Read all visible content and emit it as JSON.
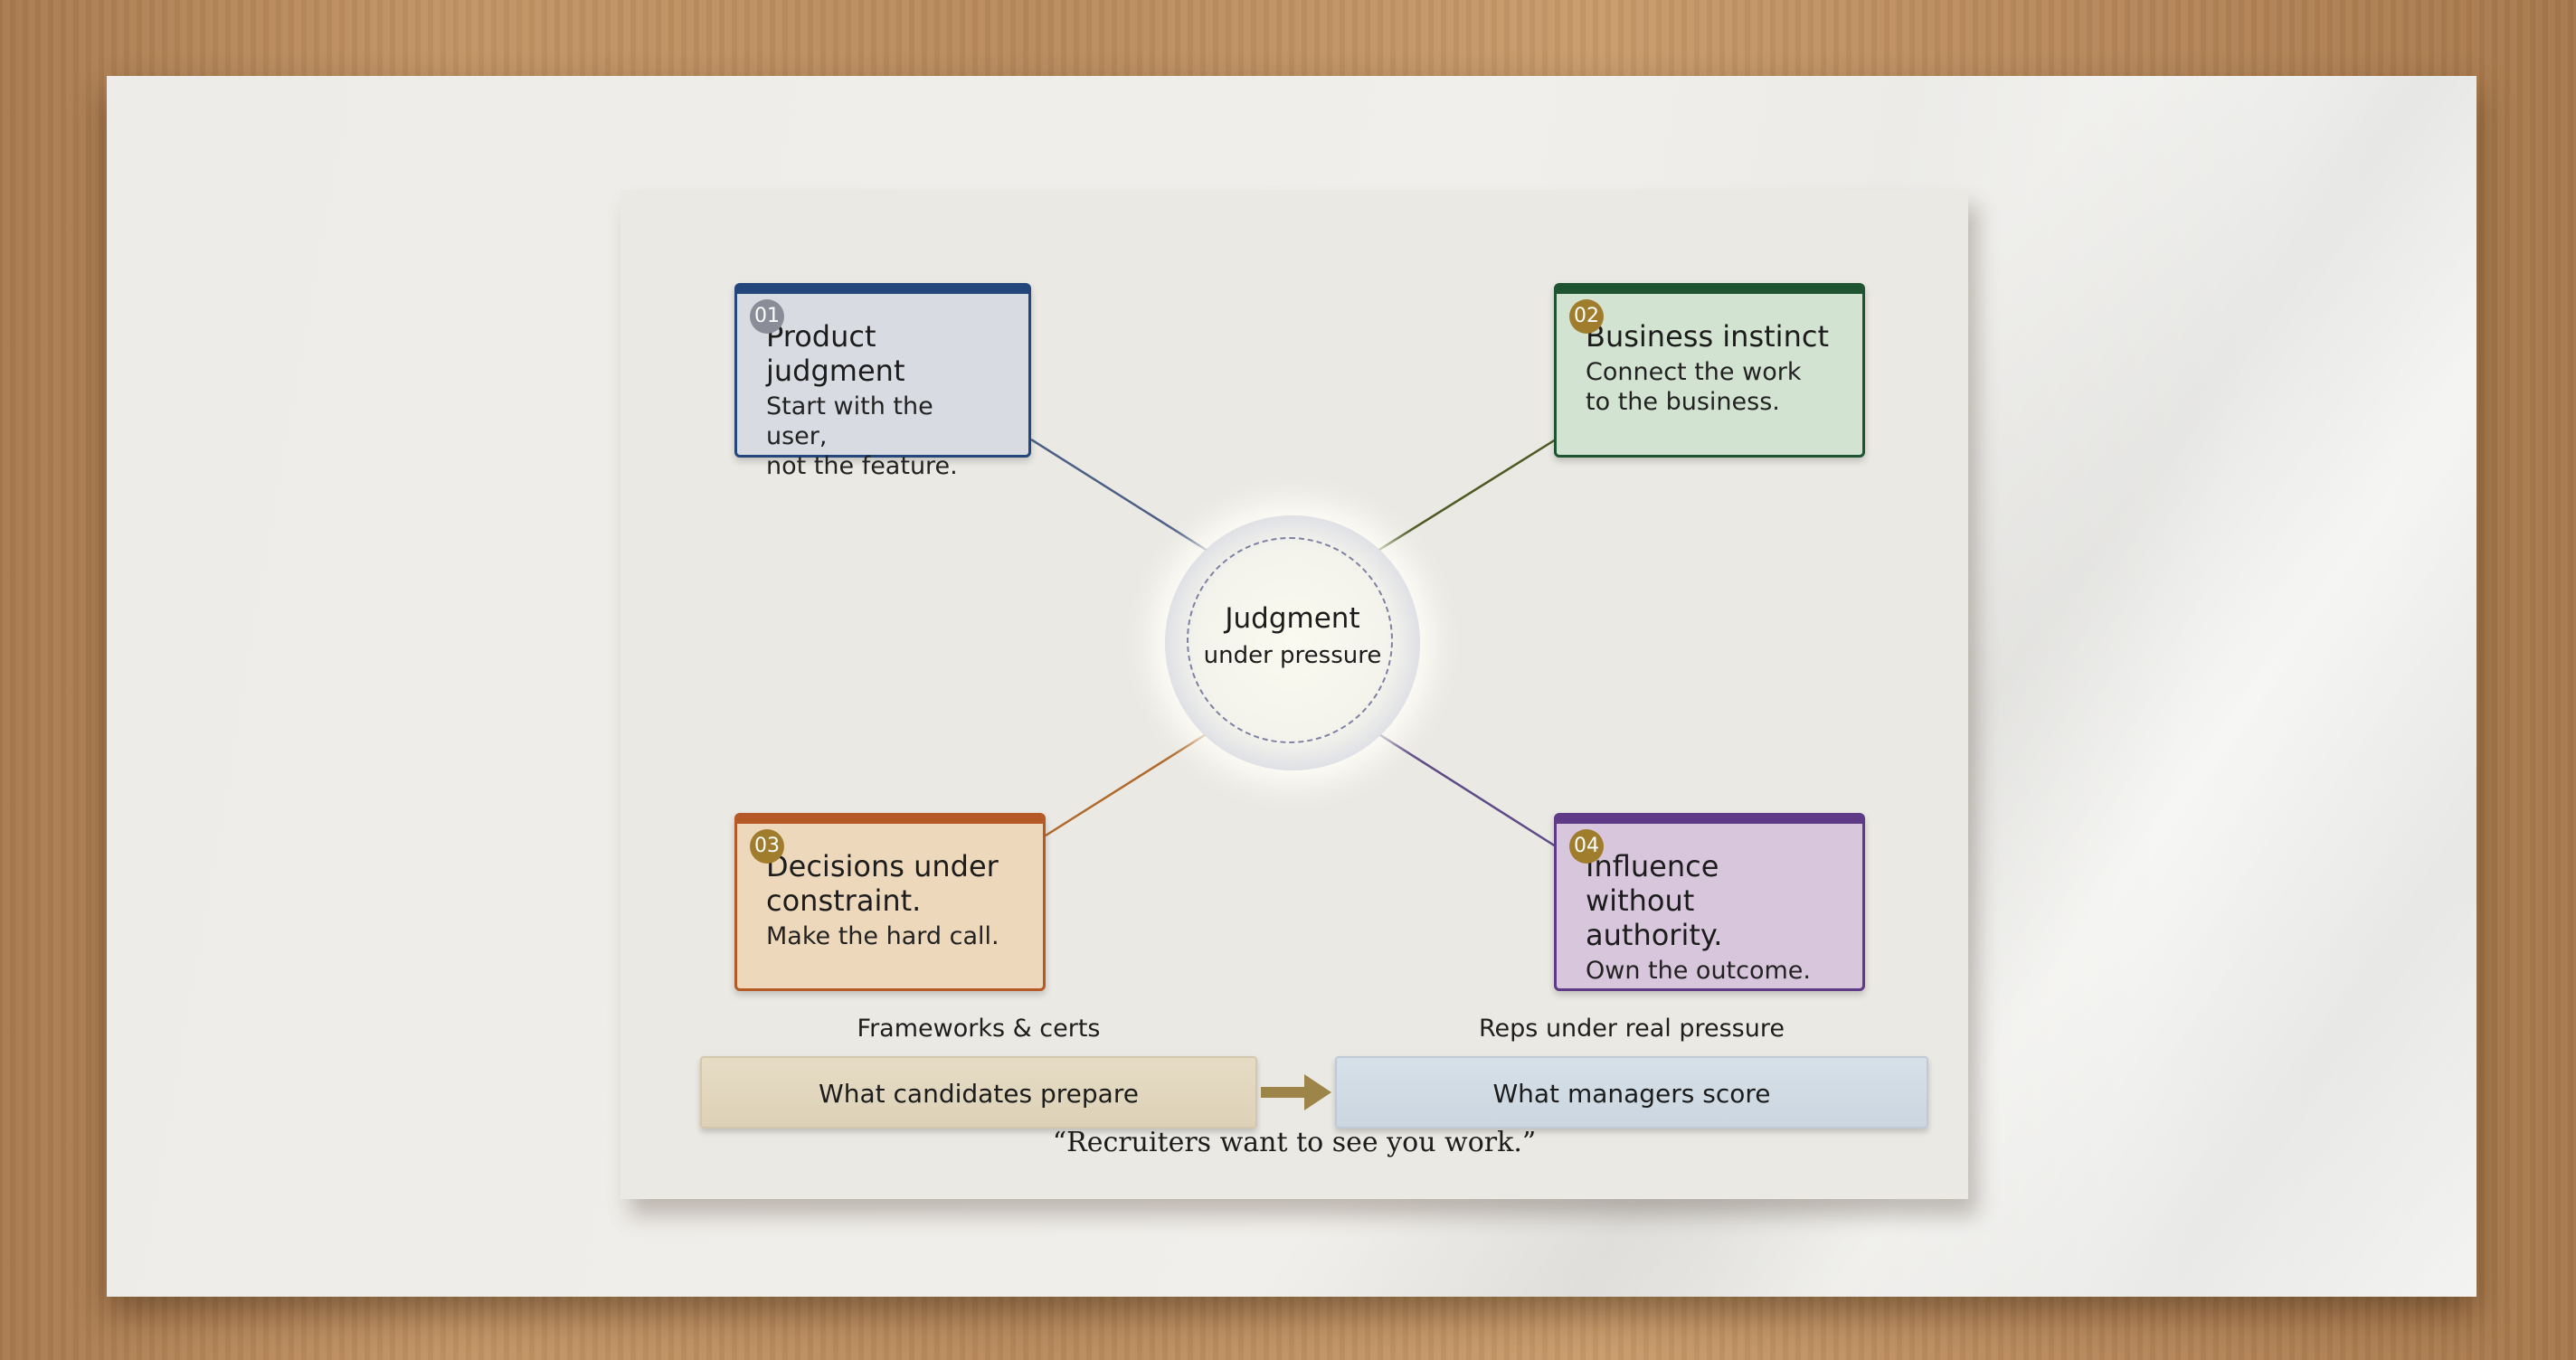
{
  "pillars": [
    {
      "number": "01",
      "title": "Product judgment",
      "subtitle": "Start with the user,\nnot the feature.",
      "accent": "#23477c"
    },
    {
      "number": "02",
      "title": "Business instinct",
      "subtitle": "Connect the work\nto the business.",
      "accent": "#1f5431"
    },
    {
      "number": "03",
      "title": "Decisions under constraint.",
      "subtitle": "Make the hard call.",
      "accent": "#b55a26"
    },
    {
      "number": "04",
      "title": "Influence without authority.",
      "subtitle": "Own the outcome.",
      "accent": "#5e3a87"
    }
  ],
  "hub": {
    "title": "Judgment",
    "subtitle": "under pressure"
  },
  "comparison": {
    "left_caption": "Frameworks & certs",
    "left_label": "What candidates prepare",
    "right_caption": "Reps under real pressure",
    "right_label": "What managers score",
    "arrow_icon": "arrow-right-icon"
  },
  "quote": "“Recruiters want to see you work.”"
}
